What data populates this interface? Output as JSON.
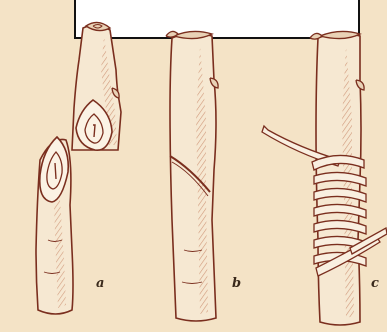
{
  "figure": {
    "labels": {
      "a": "a",
      "b": "b",
      "c": "c"
    },
    "colors": {
      "background": "#f4e3c6",
      "ink": "#7a2e1e",
      "bark_fill": "#f6e8d2",
      "shade": "#c98a6a",
      "tie": "#f9efe0"
    }
  }
}
